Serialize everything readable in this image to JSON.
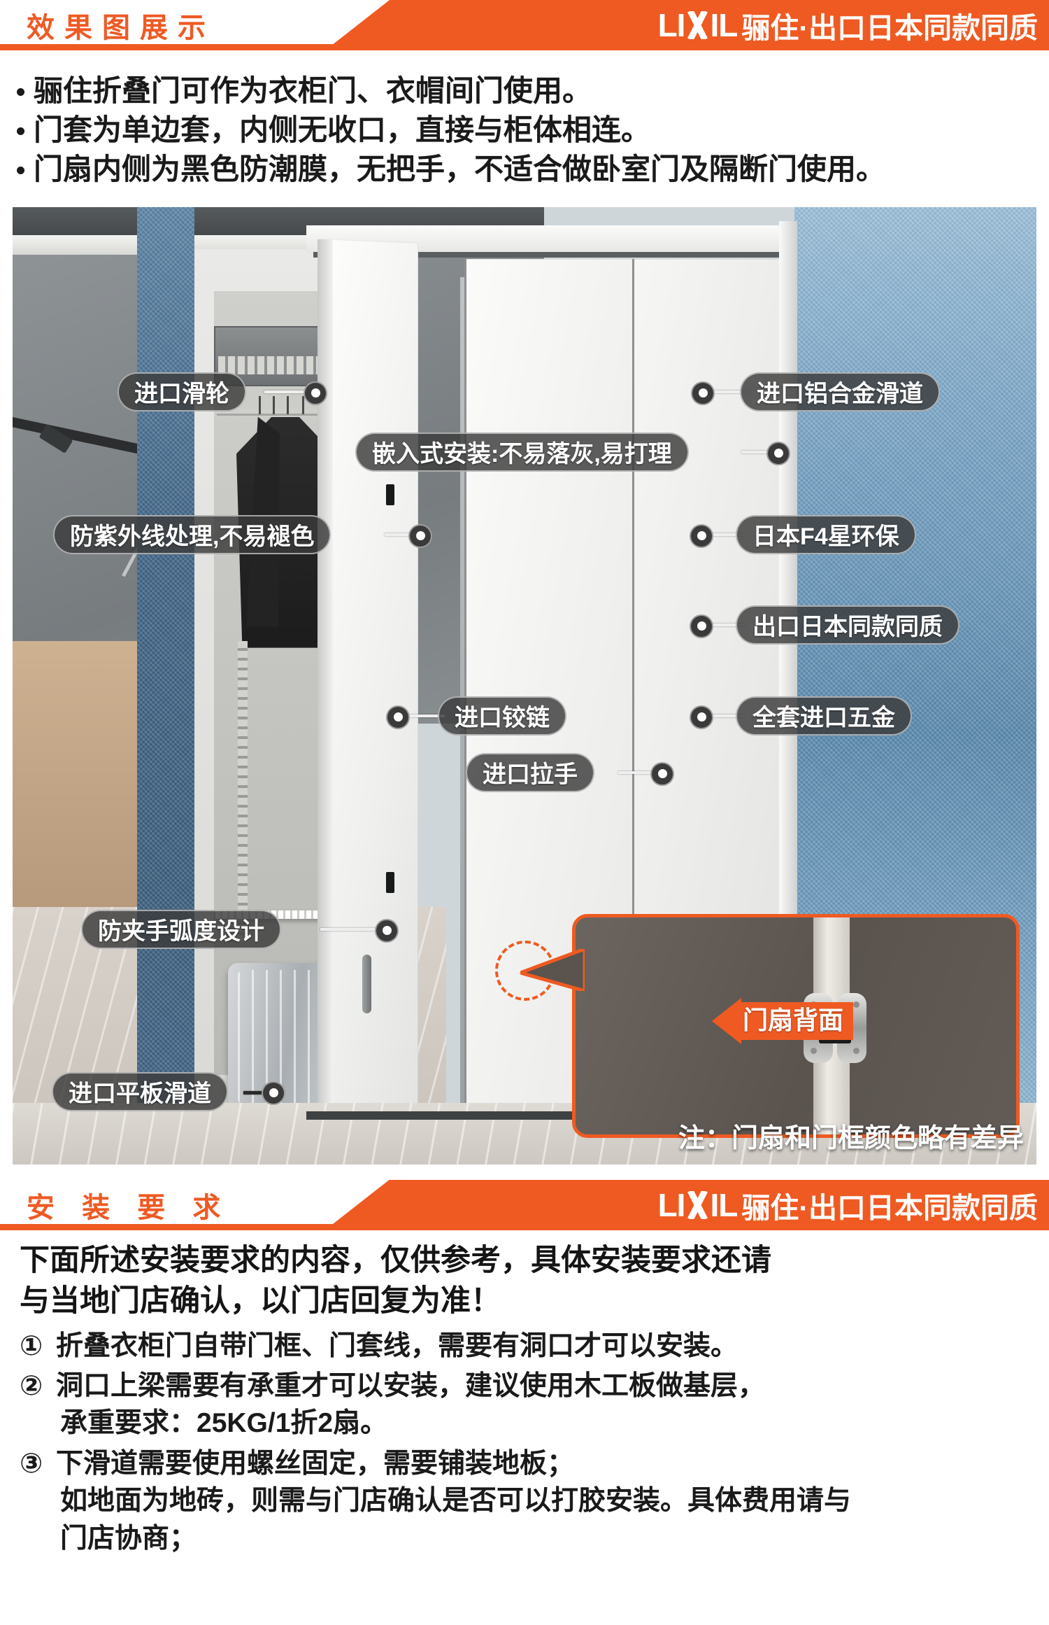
{
  "brand": {
    "logo_text": "LIXIL",
    "logo_part_1": "LI",
    "logo_part_2": "IL",
    "tagline": "骊住·出口日本同款同质"
  },
  "section1": {
    "tab_title": "效果图展示",
    "bullets": [
      "骊住折叠门可作为衣柜门、衣帽间门使用。",
      "门套为单边套，内侧无收口，直接与柜体相连。",
      "门扇内侧为黑色防潮膜，无把手，不适合做卧室门及隔断门使用。"
    ],
    "photo": {
      "callouts": [
        {
          "label": "进口滑轮"
        },
        {
          "label": "进口铝合金滑道"
        },
        {
          "label": "嵌入式安装:不易落灰,易打理"
        },
        {
          "label": "防紫外线处理,不易褪色"
        },
        {
          "label": "日本F4星环保"
        },
        {
          "label": "出口日本同款同质"
        },
        {
          "label": "进口铰链"
        },
        {
          "label": "全套进口五金"
        },
        {
          "label": "进口拉手"
        },
        {
          "label": "防夹手弧度设计"
        },
        {
          "label": "进口平板滑道"
        }
      ],
      "inset_label": "门扇背面",
      "note": "注：门扇和门框颜色略有差异"
    }
  },
  "section2": {
    "tab_title": "安 装 要 求",
    "lead_line_1": "下面所述安装要求的内容，仅供参考，具体安装要求还请",
    "lead_line_2": "与当地门店确认，以门店回复为准！",
    "items": [
      {
        "num": "①",
        "line1": "折叠衣柜门自带门框、门套线，需要有洞口才可以安装。",
        "line2": ""
      },
      {
        "num": "②",
        "line1": "洞口上梁需要有承重才可以安装，建议使用木工板做基层，",
        "line2": "承重要求：25KG/1折2扇。"
      },
      {
        "num": "③",
        "line1": "下滑道需要使用螺丝固定，需要铺装地板；",
        "line2": "如地面为地砖，则需与门店确认是否可以打胶安装。具体费用请与",
        "line3": "门店协商；"
      }
    ]
  },
  "colors": {
    "accent_orange": "#ef5a22",
    "pill_bg": "#3a3a3a",
    "text_dark": "#1a1a1a"
  }
}
